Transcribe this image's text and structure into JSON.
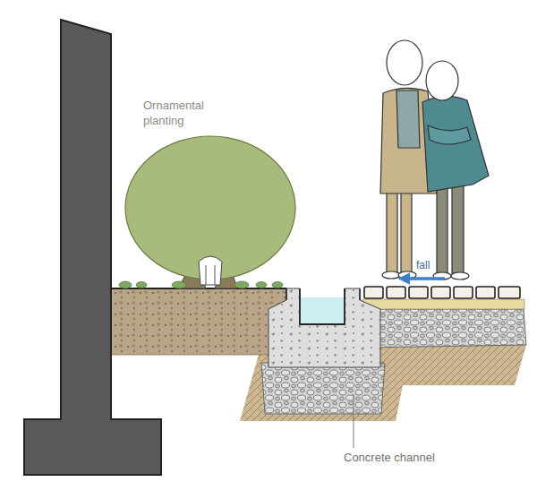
{
  "diagram": {
    "labels": [
      "Ornamental planting",
      "fall",
      "Concrete channel"
    ]
  }
}
